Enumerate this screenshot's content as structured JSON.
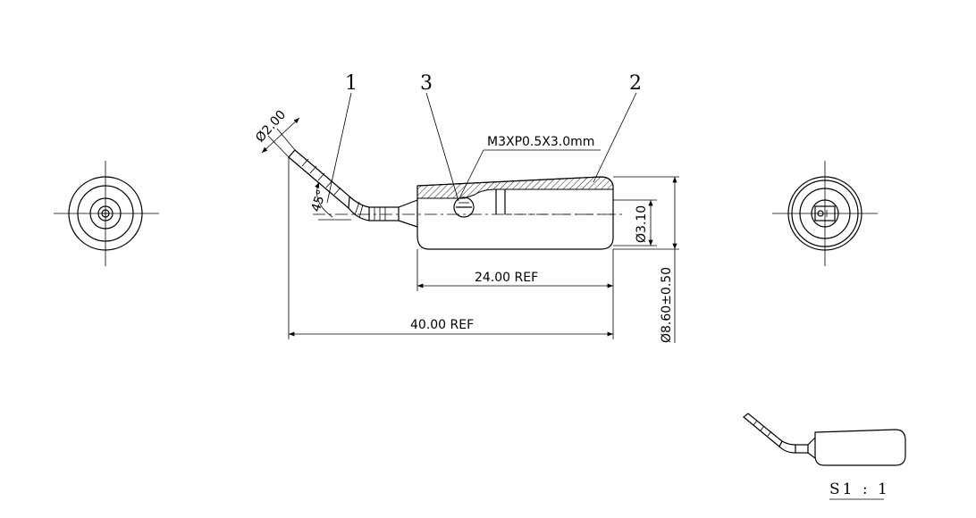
{
  "callouts": {
    "c1": "1",
    "c2": "2",
    "c3": "3"
  },
  "dimensions": {
    "tip_dia": "Ø2.00",
    "angle": "45°",
    "thread": "M3XP0.5X3.0mm",
    "bore_dia": "Ø3.10",
    "body_dia": "Ø8.60±0.50",
    "body_len": "24.00 REF",
    "total_len": "40.00 REF"
  },
  "scale_label": "S1 : 1"
}
